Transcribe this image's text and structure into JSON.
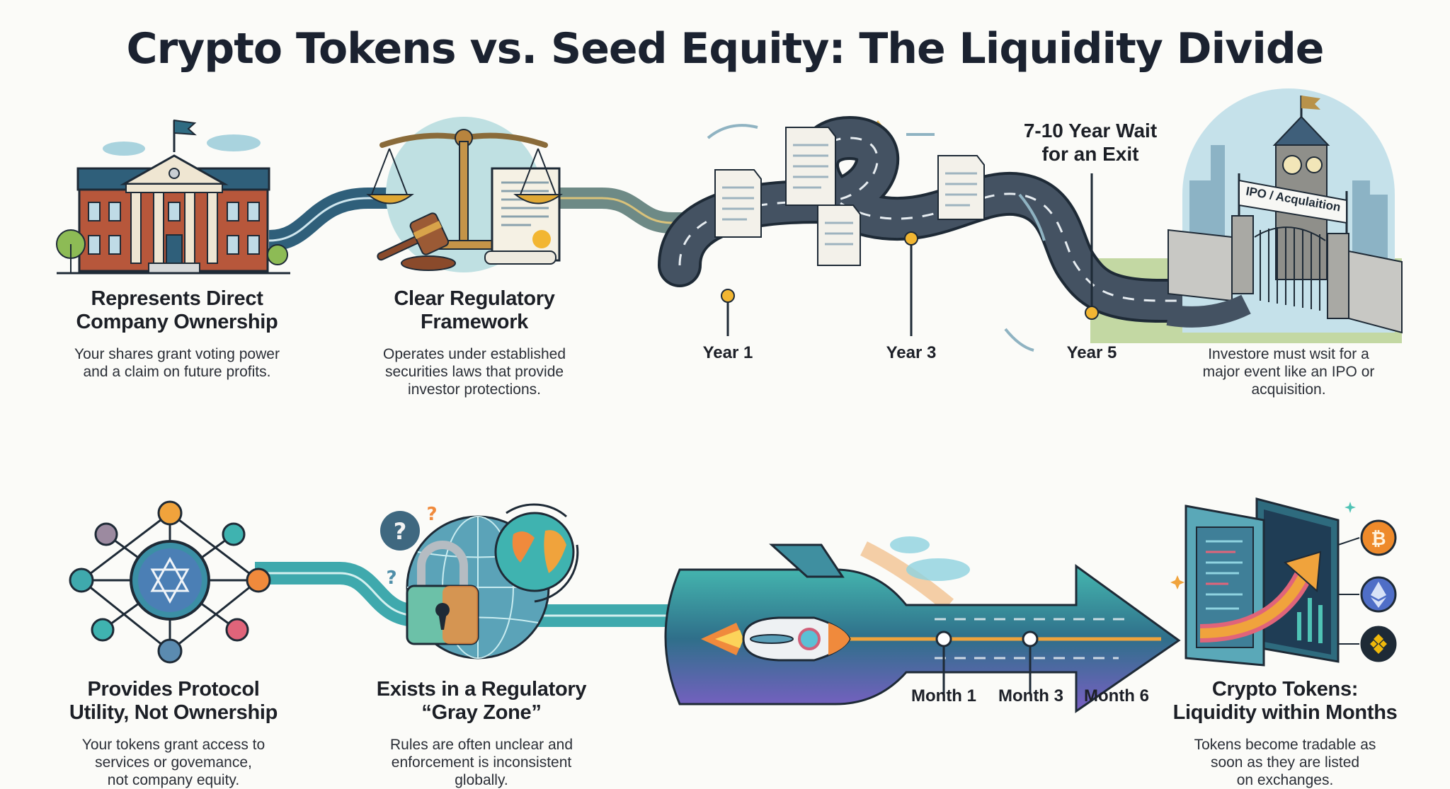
{
  "title": "Crypto Tokens vs. Seed Equity: The Liquidity Divide",
  "colors": {
    "background": "#fbfbf8",
    "text_dark": "#1b2230",
    "road": "#3d4a58",
    "road_marker": "#f2b632",
    "brick": "#b7573b",
    "teal": "#3fb3b0",
    "purple": "#6a5acd",
    "orange": "#f08a3c",
    "navy_flow": "#2f5f7a"
  },
  "equity_row": {
    "panels": [
      {
        "icon": "bank-building-icon",
        "heading_line1": "Represents Direct",
        "heading_line2": "Company Ownership",
        "desc_line1": "Your shares grant voting power",
        "desc_line2": "and a claim on future profits."
      },
      {
        "icon": "scales-of-justice-icon",
        "heading_line1": "Clear Regulatory",
        "heading_line2": "Framework",
        "desc_line1": "Operates under established",
        "desc_line2": "securities laws that provide",
        "desc_line3": "investor protections."
      }
    ],
    "timeline": {
      "icon": "winding-road-icon",
      "callout_line1": "7-10 Year Wait",
      "callout_line2": "for an Exit",
      "ticks": [
        "Year 1",
        "Year 3",
        "Year 5"
      ]
    },
    "exit": {
      "icon": "gated-clock-tower-icon",
      "banner": "IPO / Acqulaition",
      "desc_line1": "Investore must wsit for a",
      "desc_line2": "major event like an IPO or",
      "desc_line3": "acquisition."
    }
  },
  "token_row": {
    "panels": [
      {
        "icon": "network-nodes-icon",
        "heading_line1": "Provides Protocol",
        "heading_line2": "Utility, Not Ownership",
        "desc_line1": "Your tokens grant access to",
        "desc_line2": "services or govemance,",
        "desc_line3": "not company equity."
      },
      {
        "icon": "padlock-globe-icon",
        "heading_line1": "Exists in a Regulatory",
        "heading_line2": "“Gray Zone”",
        "desc_line1": "Rules are often unclear and",
        "desc_line2": "enforcement is inconsistent",
        "desc_line3": "globally."
      }
    ],
    "timeline": {
      "icon": "rocket-arrow-icon",
      "ticks": [
        "Month 1",
        "Month 3",
        "Month 6"
      ]
    },
    "exit": {
      "icon": "open-door-exchange-icon",
      "coins": [
        "bitcoin-icon",
        "ethereum-icon",
        "binance-icon"
      ],
      "heading_line1": "Crypto Tokens:",
      "heading_line2": "Liquidity within Months",
      "desc_line1": "Tokens become tradable as",
      "desc_line2": "soon as they are listed",
      "desc_line3": "on exchanges."
    }
  }
}
